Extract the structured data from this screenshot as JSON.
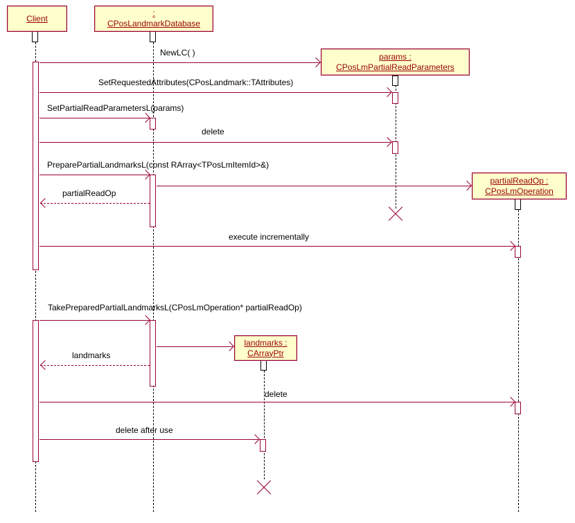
{
  "colors": {
    "line": "#990033",
    "box_fill": "#ffffcc",
    "box_text": "#990000",
    "message_text": "#000000",
    "lifeline": "#000000"
  },
  "objects": {
    "client": {
      "line1": "Client"
    },
    "database": {
      "line1": ": ",
      "line2": "CPosLandmarkDatabase"
    },
    "params": {
      "line1": "params : ",
      "line2": "CPosLmPartialReadParameters"
    },
    "partial_read_op": {
      "line1": "partialReadOp : ",
      "line2": "CPosLmOperation"
    },
    "landmarks": {
      "line1": "landmarks : ",
      "line2": "CArrayPtr"
    }
  },
  "messages": {
    "new_lc": "NewLC( )",
    "set_requested_attributes": "SetRequestedAttributes(CPosLandmark::TAttributes)",
    "set_partial_read_parameters": "SetPartialReadParametersL(params)",
    "delete_params": "delete",
    "prepare_partial_landmarks": "PreparePartialLandmarksL(const RArray<TPosLmItemId>&)",
    "return_partial_read_op": "partialReadOp",
    "execute_incrementally": "execute incrementally",
    "take_prepared_partial_landmarks": "TakePreparedPartialLandmarksL(CPosLmOperation* partialReadOp)",
    "return_landmarks": "landmarks",
    "delete_operation": "delete",
    "delete_after_use": "delete after use"
  }
}
